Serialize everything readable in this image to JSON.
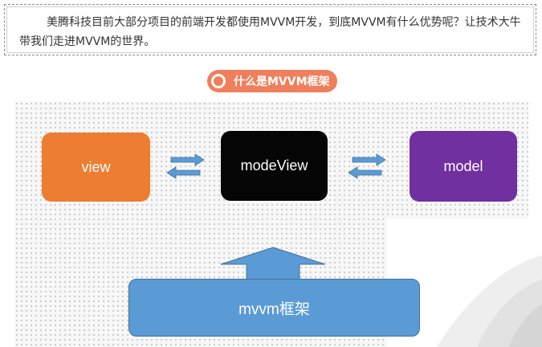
{
  "intro": {
    "text": "美腾科技目前大部分项目的前端开发都使用MVVM开发，到底MVVM有什么优势呢？让技术大牛带我们走进MVVM的世界。"
  },
  "section": {
    "title": "什么是MVVM框架"
  },
  "diagram": {
    "view_label": "view",
    "modelview_label": "modeView",
    "model_label": "model",
    "framework_label": "mvvm框架",
    "colors": {
      "view": "#ed7d31",
      "modelview": "#050505",
      "model": "#7030a0",
      "framework": "#5b9bd5",
      "arrow": "#5b9bd5",
      "pill": "#f07f5c"
    }
  }
}
